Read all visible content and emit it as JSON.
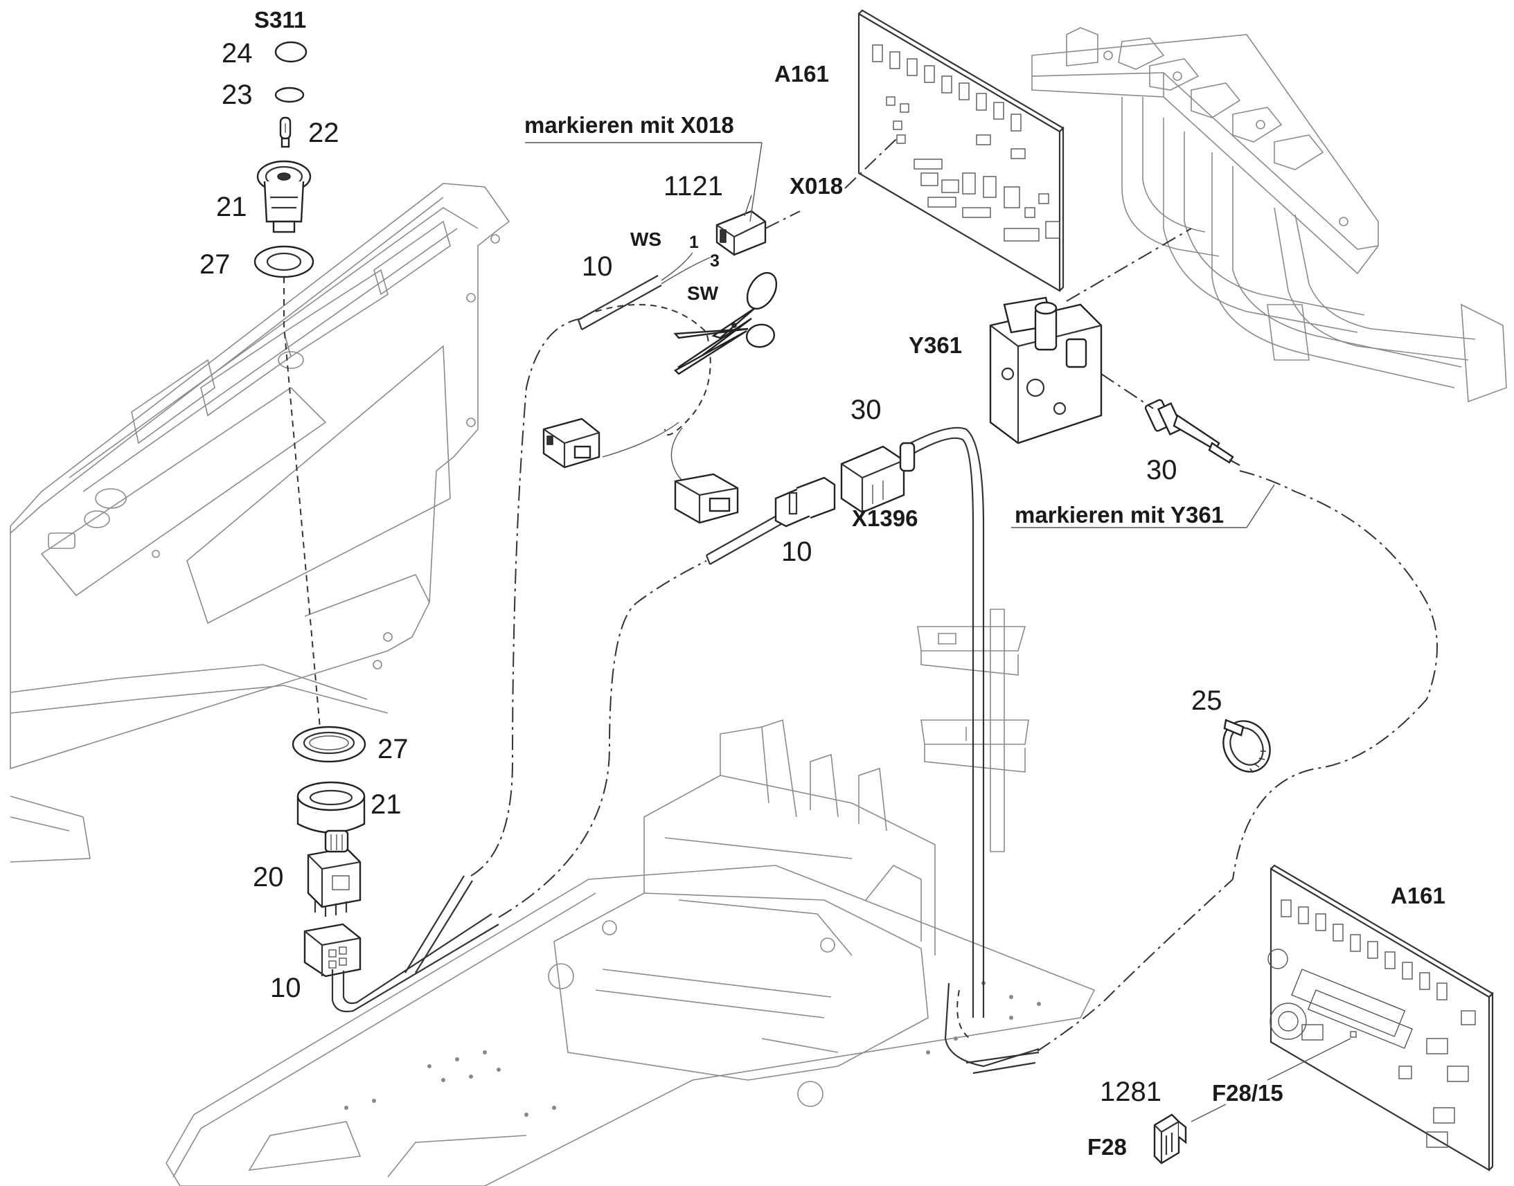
{
  "labels": {
    "s311": "S311",
    "n24": "24",
    "n23": "23",
    "n22": "22",
    "n21_top": "21",
    "n27_top": "27",
    "a161_top": "A161",
    "note_x018": "markieren mit X018",
    "n1121": "1121",
    "x018": "X018",
    "ws": "WS",
    "pin1": "1",
    "pin3": "3",
    "n10_top": "10",
    "sw": "SW",
    "y361": "Y361",
    "n30_mid": "30",
    "n30_right": "30",
    "note_y361": "markieren mit Y361",
    "x1396": "X1396",
    "n10_mid": "10",
    "n25": "25",
    "n27_bottom": "27",
    "n21_bottom": "21",
    "n20": "20",
    "n10_bottom": "10",
    "a161_bottom": "A161",
    "n1281": "1281",
    "f28_15": "F28/15",
    "f28": "F28"
  },
  "icons": {
    "scissors": "scissors-icon",
    "connector": "connector-icon",
    "switch": "push-switch-icon",
    "circuit_board": "circuit-board-icon",
    "valve_block": "valve-block-icon",
    "hose_clamp": "hose-clamp-icon",
    "fuse": "blade-fuse-icon",
    "sensor": "pressure-sensor-icon"
  },
  "colors": {
    "line": "#333333",
    "text": "#1a1a1a",
    "background": "#ffffff"
  }
}
